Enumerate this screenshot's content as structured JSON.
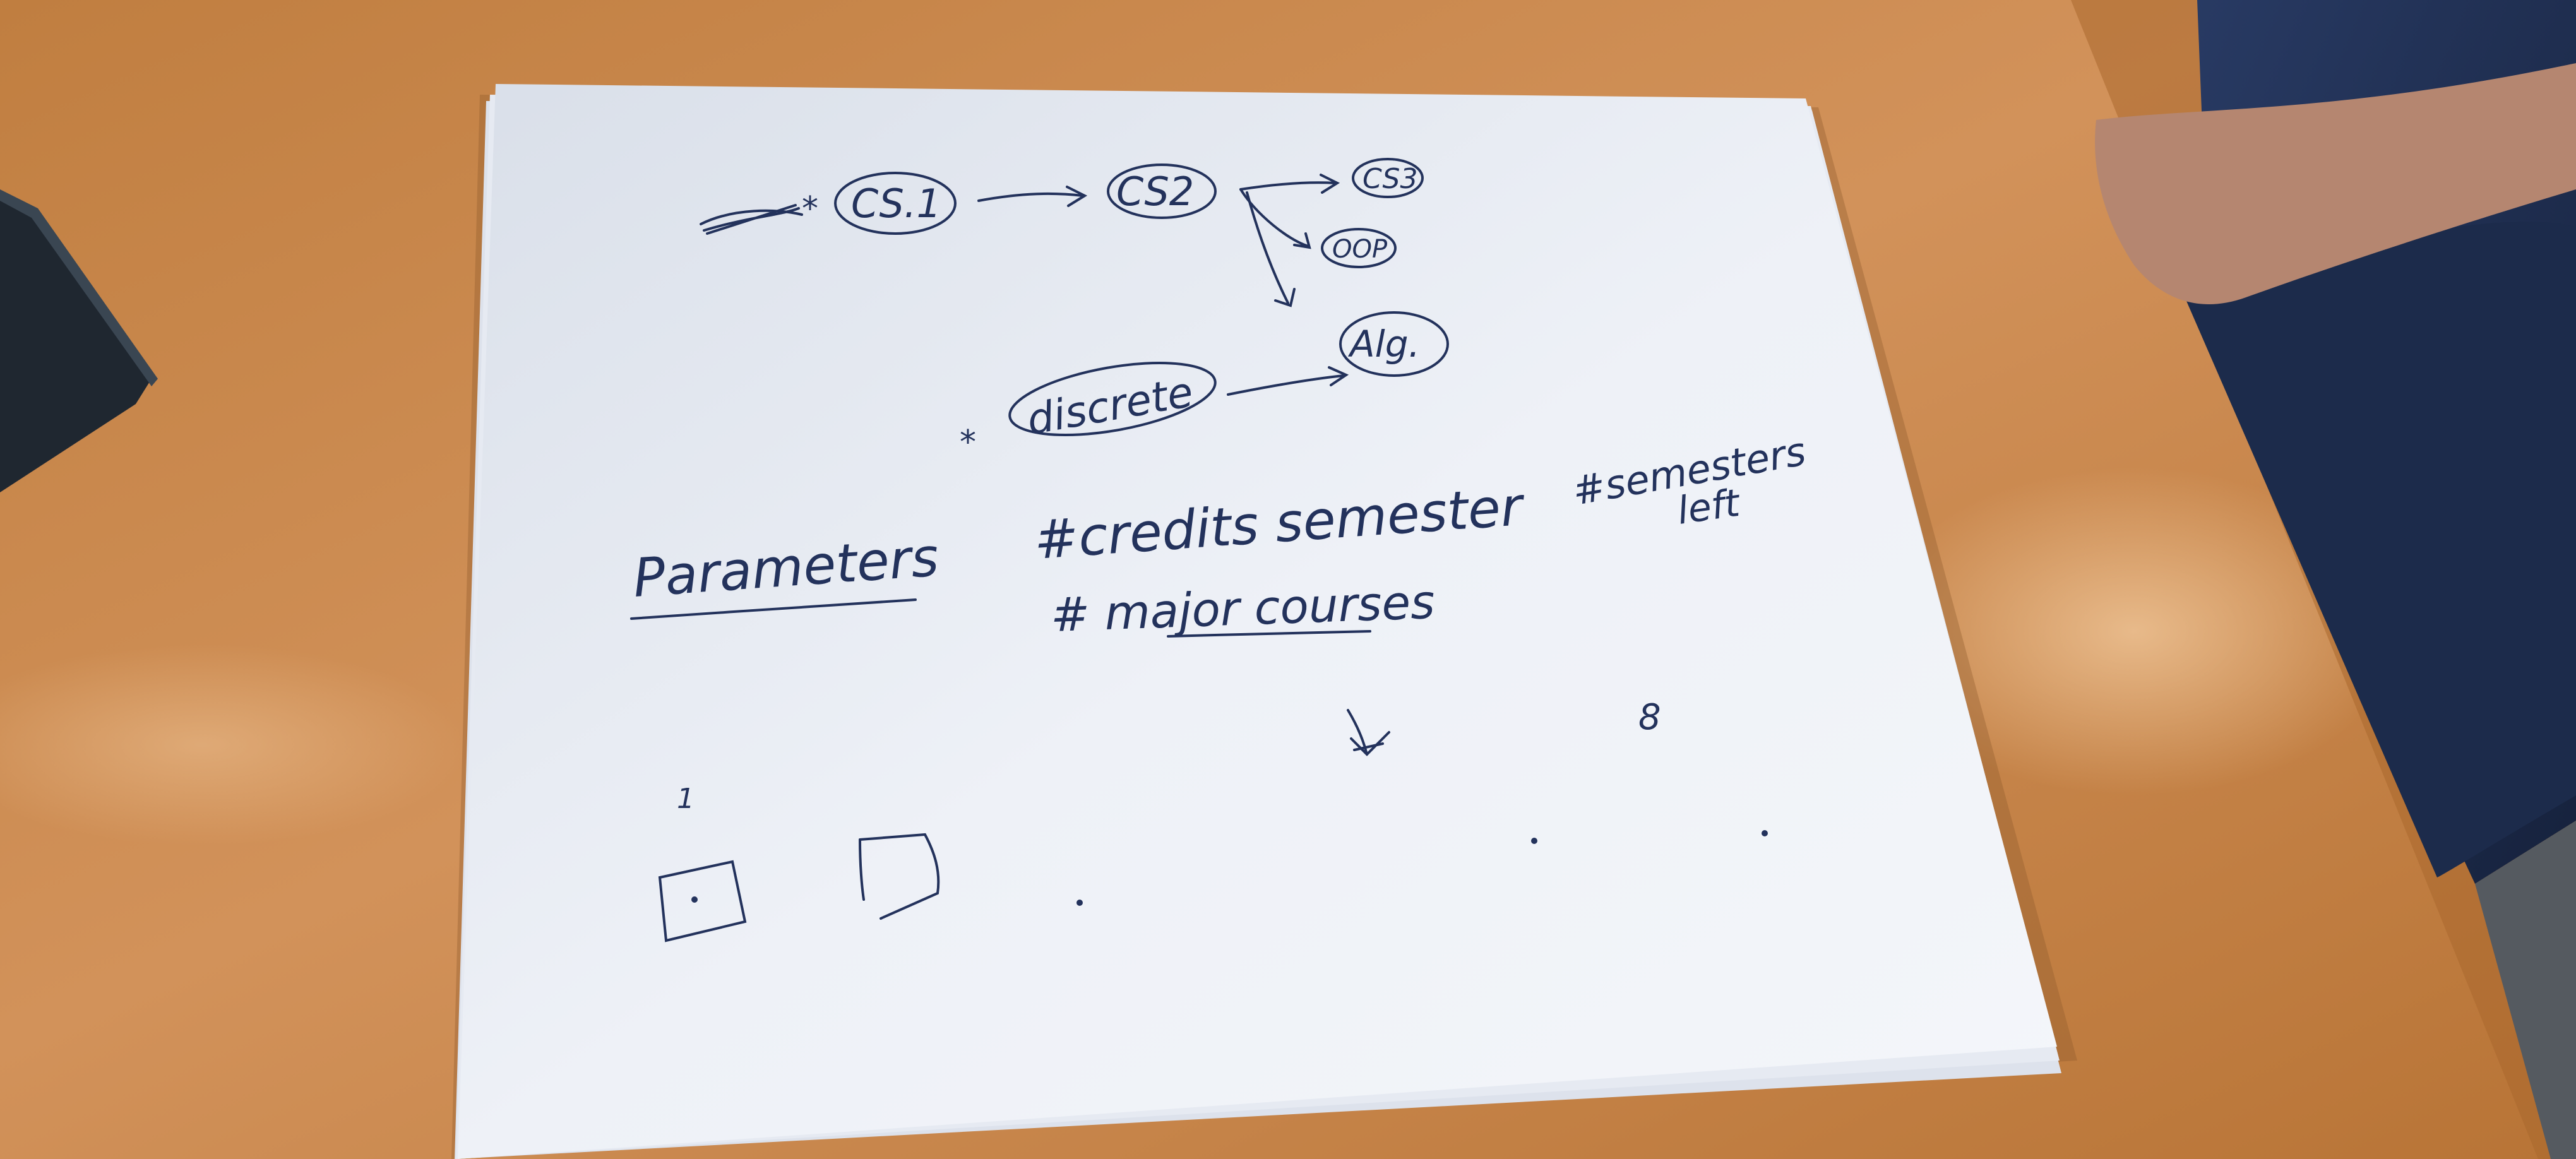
{
  "photo": {
    "subject": "handwritten notes on paper on a desk",
    "colors": {
      "desk": "#c98a4a",
      "desk_light": "#e0a868",
      "paper": "#eef1f7",
      "ink": "#23325c",
      "jeans": "#1e2d4f",
      "skin": "#b98a74",
      "laptop": "#1f2730"
    }
  },
  "diagram": {
    "nodes": [
      {
        "id": "cs1",
        "label": "CS.1"
      },
      {
        "id": "cs2",
        "label": "CS2"
      },
      {
        "id": "cs3",
        "label": "CS3"
      },
      {
        "id": "oop",
        "label": "OOP"
      },
      {
        "id": "discrete",
        "label": "discrete"
      },
      {
        "id": "alg",
        "label": "Alg."
      }
    ],
    "edges": [
      {
        "from": "cs1",
        "to": "cs2"
      },
      {
        "from": "cs2",
        "to": "cs3"
      },
      {
        "from": "cs2",
        "to": "oop"
      },
      {
        "from": "discrete",
        "to": "alg"
      }
    ],
    "star_marks": [
      "*",
      "*"
    ]
  },
  "notes": {
    "parameters_heading": "Parameters",
    "credits_per_semester": "#credits semester",
    "semesters_left_line1": "#semesters",
    "semesters_left_line2": "left",
    "major_courses": "# major courses",
    "eight": "8",
    "one": "1"
  }
}
